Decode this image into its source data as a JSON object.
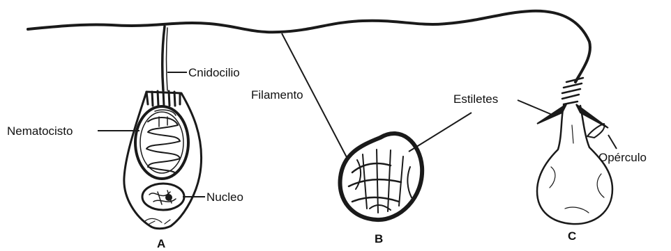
{
  "labels": {
    "cnidocilio": "Cnidocilio",
    "nematocisto": "Nematocisto",
    "nucleo": "Nucleo",
    "filamento": "Filamento",
    "estiletes": "Estiletes",
    "operculo": "Opérculo"
  },
  "panels": {
    "a": "A",
    "b": "B",
    "c": "C"
  }
}
